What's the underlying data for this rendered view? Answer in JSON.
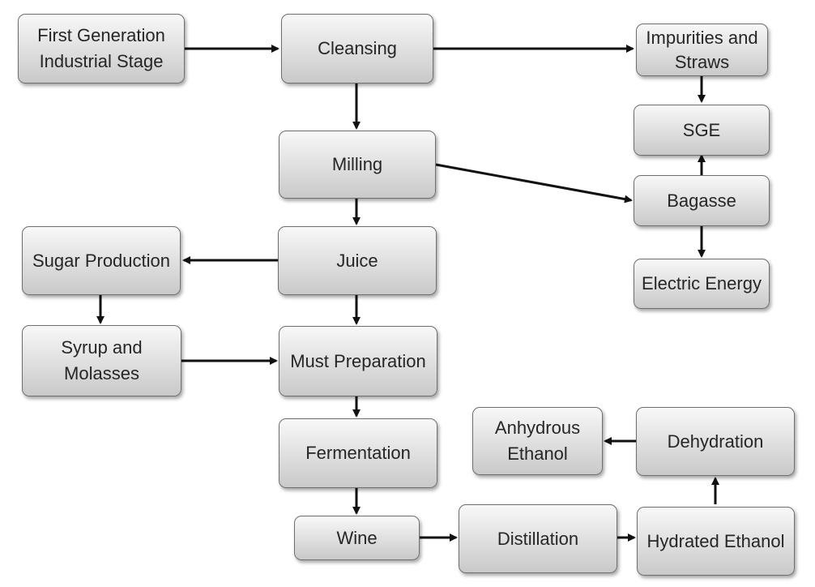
{
  "nodes": {
    "first_gen": "First Generation Industrial Stage",
    "cleansing": "Cleansing",
    "impurities": "Impurities and Straws",
    "sge": "SGE",
    "milling": "Milling",
    "bagasse": "Bagasse",
    "electric": "Electric Energy",
    "sugar": "Sugar Production",
    "juice": "Juice",
    "syrup": "Syrup and Molasses",
    "must": "Must Preparation",
    "fermentation": "Fermentation",
    "anhydrous": "Anhydrous Ethanol",
    "dehydration": "Dehydration",
    "wine": "Wine",
    "distillation": "Distillation",
    "hydrated": "Hydrated Ethanol"
  },
  "edges": [
    {
      "from": "first_gen",
      "to": "cleansing"
    },
    {
      "from": "cleansing",
      "to": "impurities"
    },
    {
      "from": "cleansing",
      "to": "milling"
    },
    {
      "from": "impurities",
      "to": "sge"
    },
    {
      "from": "milling",
      "to": "bagasse"
    },
    {
      "from": "bagasse",
      "to": "sge"
    },
    {
      "from": "bagasse",
      "to": "electric"
    },
    {
      "from": "milling",
      "to": "juice"
    },
    {
      "from": "juice",
      "to": "sugar"
    },
    {
      "from": "sugar",
      "to": "syrup"
    },
    {
      "from": "syrup",
      "to": "must"
    },
    {
      "from": "juice",
      "to": "must"
    },
    {
      "from": "must",
      "to": "fermentation"
    },
    {
      "from": "fermentation",
      "to": "wine"
    },
    {
      "from": "wine",
      "to": "distillation"
    },
    {
      "from": "distillation",
      "to": "hydrated"
    },
    {
      "from": "hydrated",
      "to": "dehydration"
    },
    {
      "from": "dehydration",
      "to": "anhydrous"
    }
  ]
}
